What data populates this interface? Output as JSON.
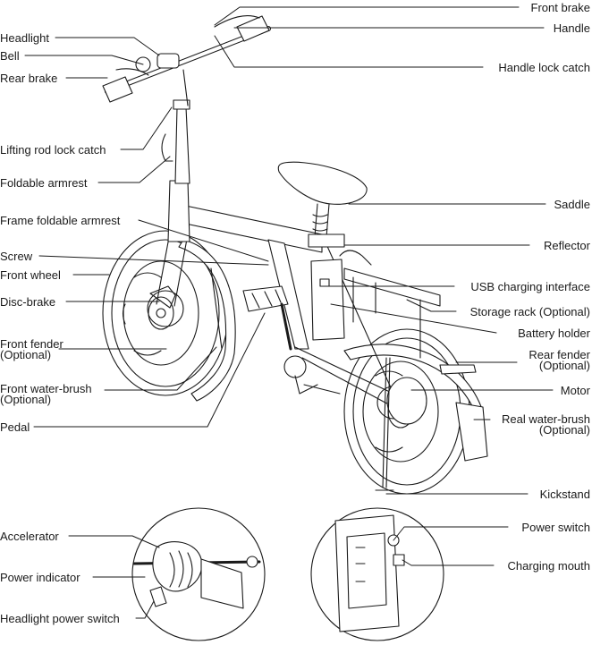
{
  "labels": {
    "front_brake": "Front brake",
    "handle": "Handle",
    "headlight": "Headlight",
    "bell": "Bell",
    "rear_brake": "Rear brake",
    "handle_lock_catch": "Handle lock catch",
    "lifting_rod_lock_catch": "Lifting rod lock catch",
    "foldable_armrest": "Foldable armrest",
    "saddle": "Saddle",
    "frame_foldable_armrest": "Frame foldable armrest",
    "reflector": "Reflector",
    "screw": "Screw",
    "front_wheel": "Front wheel",
    "usb_charging_interface": "USB charging interface",
    "disc_brake": "Disc-brake",
    "storage_rack": "Storage rack (Optional)",
    "battery_holder": "Battery holder",
    "front_fender": "Front fender",
    "front_fender_note": "(Optional)",
    "rear_fender": "Rear fender",
    "rear_fender_note": "(Optional)",
    "front_water_brush": "Front water-brush",
    "front_water_brush_note": "(Optional)",
    "motor": "Motor",
    "pedal": "Pedal",
    "rear_water_brush": "Real water-brush",
    "rear_water_brush_note": "(Optional)",
    "kickstand": "Kickstand",
    "accelerator": "Accelerator",
    "power_switch": "Power switch",
    "power_indicator": "Power indicator",
    "charging_mouth": "Charging mouth",
    "headlight_power_switch": "Headlight power switch"
  },
  "colors": {
    "line": "#1a1a1a",
    "fill": "#ffffff",
    "shade": "#e6e6e6"
  }
}
